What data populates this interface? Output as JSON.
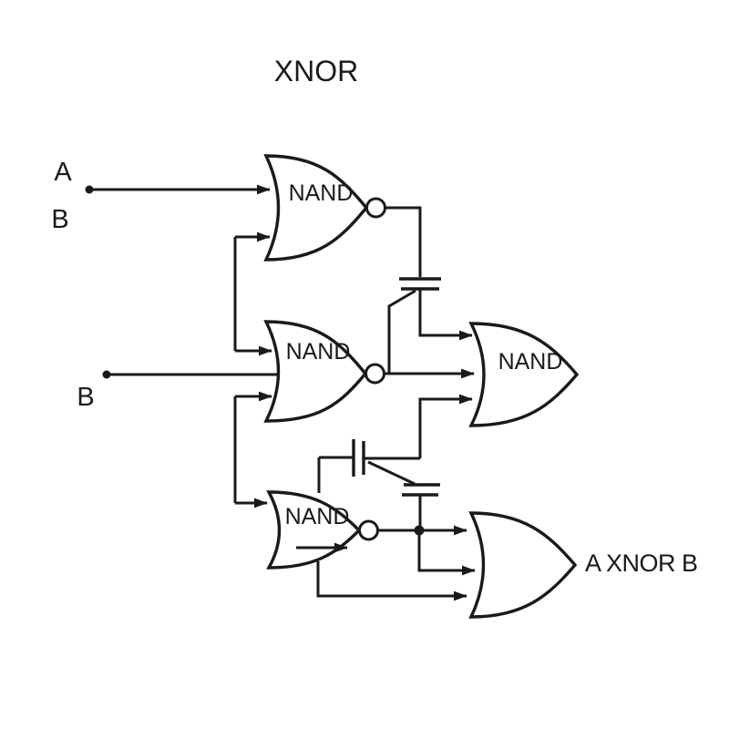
{
  "title": "XNOR",
  "labels": {
    "input_a": "A",
    "input_b_upper": "B",
    "input_b_lower": "B",
    "output": "A XNOR B"
  },
  "gates": [
    {
      "id": "nand-top-left",
      "label": "NAND"
    },
    {
      "id": "nand-middle-left",
      "label": "NAND"
    },
    {
      "id": "nand-middle-right",
      "label": "NAND"
    },
    {
      "id": "nand-bottom-left",
      "label": "NAND"
    },
    {
      "id": "gate-bottom-right",
      "label": ""
    }
  ],
  "colors": {
    "ink": "#1a1a1a",
    "background": "#ffffff"
  }
}
